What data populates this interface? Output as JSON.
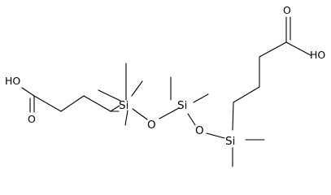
{
  "molecule": {
    "atoms": {
      "hooc_left_oh": "HO",
      "hooc_left_o": "O",
      "si_1": "Si",
      "o_1": "O",
      "si_2": "Si",
      "o_2": "O",
      "si_3": "Si",
      "hooc_right_o": "O",
      "hooc_right_oh": "HO"
    }
  }
}
